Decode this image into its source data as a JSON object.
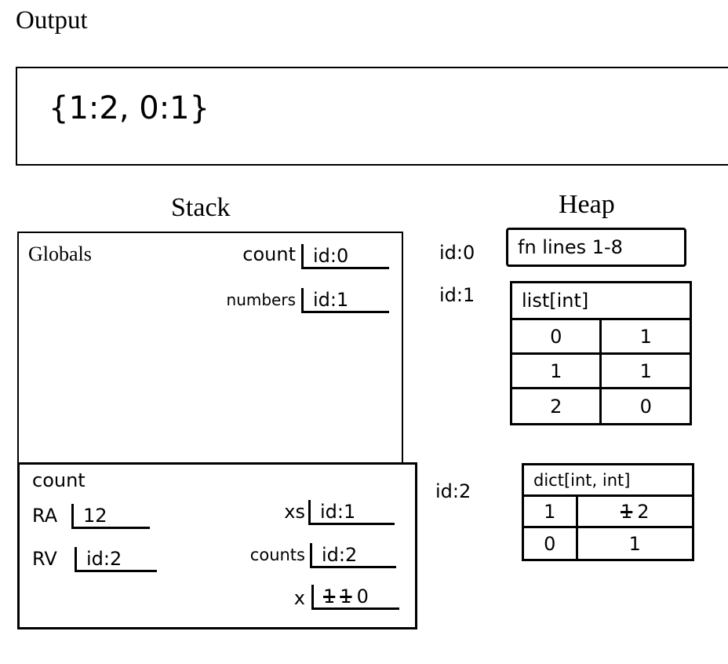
{
  "output": {
    "title": "Output",
    "text": "{1:2, 0:1}"
  },
  "stack": {
    "title": "Stack",
    "globals": {
      "label": "Globals",
      "vars": [
        {
          "name": "count",
          "value": "id:0"
        },
        {
          "name": "numbers",
          "value": "id:1"
        }
      ]
    },
    "frame": {
      "label": "count",
      "ra": {
        "name": "RA",
        "value": "12"
      },
      "rv": {
        "name": "RV",
        "value": "id:2"
      },
      "xs": {
        "name": "xs",
        "value": "id:1"
      },
      "counts": {
        "name": "counts",
        "value": "id:2"
      },
      "x": {
        "name": "x",
        "crossed": [
          "1",
          "1"
        ],
        "value": "0"
      }
    }
  },
  "heap": {
    "title": "Heap",
    "objects": [
      {
        "id": "id:0",
        "header": "fn lines 1-8"
      },
      {
        "id": "id:1",
        "header": "list[int]",
        "rows": [
          [
            "0",
            "1"
          ],
          [
            "1",
            "1"
          ],
          [
            "2",
            "0"
          ]
        ]
      },
      {
        "id": "id:2",
        "header": "dict[int, int]",
        "rows": [
          {
            "key": "1",
            "crossed": "1",
            "value": "2"
          },
          {
            "key": "0",
            "value": "1"
          }
        ]
      }
    ]
  }
}
